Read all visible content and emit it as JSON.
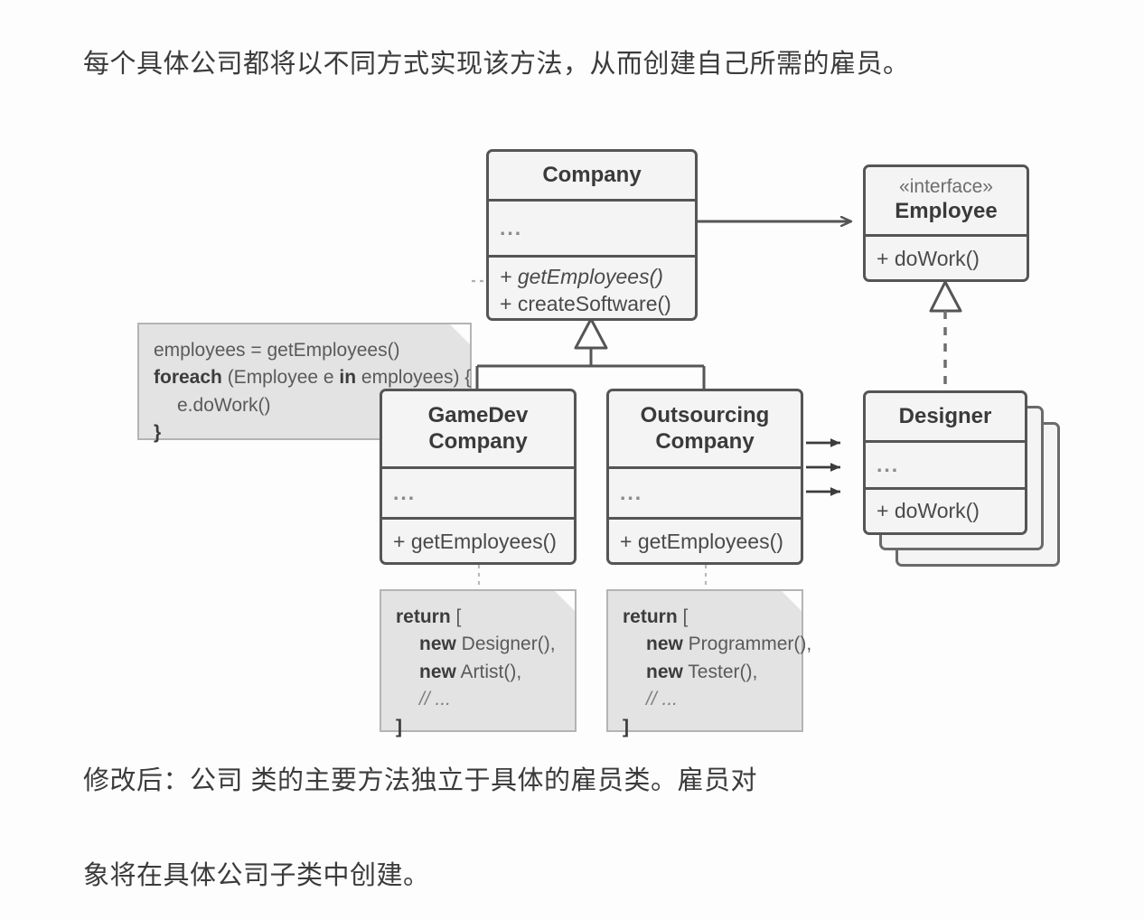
{
  "page": {
    "intro_text": "每个具体公司都将以不同方式实现该方法，从而创建自己所需的雇员。",
    "outro_line_1": "修改后：公司 类的主要方法独立于具体的雇员类。雇员对",
    "outro_line_2": "象将在具体公司子类中创建。"
  },
  "diagram": {
    "type": "uml-class-diagram",
    "colors": {
      "background": "#fdfdfd",
      "class_fill": "#f4f4f4",
      "class_stroke": "#555555",
      "note_fill": "#e3e3e3",
      "note_stroke": "#b4b4b4",
      "text": "#3a3a3a",
      "connector": "#555555"
    },
    "classes": [
      {
        "id": "company",
        "name": "Company",
        "stereotype": "",
        "attributes": [
          "..."
        ],
        "methods": [
          {
            "text": "+ getEmployees()",
            "abstract": true
          },
          {
            "text": "+ createSoftware()",
            "abstract": false
          }
        ]
      },
      {
        "id": "employee",
        "name": "Employee",
        "stereotype": "«interface»",
        "attributes": [],
        "methods": [
          {
            "text": "+ doWork()",
            "abstract": false
          }
        ]
      },
      {
        "id": "gamedev",
        "name": "GameDev\nCompany",
        "name_line_1": "GameDev",
        "name_line_2": "Company",
        "stereotype": "",
        "attributes": [
          "..."
        ],
        "methods": [
          {
            "text": "+ getEmployees()",
            "abstract": false
          }
        ]
      },
      {
        "id": "outsourcing",
        "name": "Outsourcing\nCompany",
        "name_line_1": "Outsourcing",
        "name_line_2": "Company",
        "stereotype": "",
        "attributes": [
          "..."
        ],
        "methods": [
          {
            "text": "+ getEmployees()",
            "abstract": false
          }
        ]
      },
      {
        "id": "designer",
        "name": "Designer",
        "stereotype": "",
        "stacked": true,
        "stack_count": 3,
        "attributes": [
          "..."
        ],
        "methods": [
          {
            "text": "+ doWork()",
            "abstract": false
          }
        ]
      }
    ],
    "notes": [
      {
        "id": "note-company-loop",
        "attached_to": "company",
        "lines": [
          {
            "segments": [
              {
                "t": "employees = getEmployees()",
                "style": "normal"
              }
            ],
            "indent": 0
          },
          {
            "segments": [
              {
                "t": "foreach",
                "style": "bold"
              },
              {
                "t": " (Employee e ",
                "style": "normal"
              },
              {
                "t": "in",
                "style": "bold"
              },
              {
                "t": " employees) {",
                "style": "normal"
              }
            ],
            "indent": 0
          },
          {
            "segments": [
              {
                "t": "e.doWork()",
                "style": "normal"
              }
            ],
            "indent": 1
          },
          {
            "segments": [
              {
                "t": "}",
                "style": "bold"
              }
            ],
            "indent": 0
          }
        ]
      },
      {
        "id": "note-gamedev-return",
        "attached_to": "gamedev",
        "lines": [
          {
            "segments": [
              {
                "t": "return",
                "style": "bold"
              },
              {
                "t": " [",
                "style": "normal"
              }
            ],
            "indent": 0
          },
          {
            "segments": [
              {
                "t": "new",
                "style": "bold"
              },
              {
                "t": " Designer(),",
                "style": "normal"
              }
            ],
            "indent": 1
          },
          {
            "segments": [
              {
                "t": "new",
                "style": "bold"
              },
              {
                "t": " Artist(),",
                "style": "normal"
              }
            ],
            "indent": 1
          },
          {
            "segments": [
              {
                "t": "// ...",
                "style": "italic"
              }
            ],
            "indent": 1
          },
          {
            "segments": [
              {
                "t": "]",
                "style": "bold"
              }
            ],
            "indent": 0
          }
        ]
      },
      {
        "id": "note-outsourcing-return",
        "attached_to": "outsourcing",
        "lines": [
          {
            "segments": [
              {
                "t": "return",
                "style": "bold"
              },
              {
                "t": " [",
                "style": "normal"
              }
            ],
            "indent": 0
          },
          {
            "segments": [
              {
                "t": "new",
                "style": "bold"
              },
              {
                "t": " Programmer(),",
                "style": "normal"
              }
            ],
            "indent": 1
          },
          {
            "segments": [
              {
                "t": "new",
                "style": "bold"
              },
              {
                "t": " Tester(),",
                "style": "normal"
              }
            ],
            "indent": 1
          },
          {
            "segments": [
              {
                "t": "// ...",
                "style": "italic"
              }
            ],
            "indent": 1
          },
          {
            "segments": [
              {
                "t": "]",
                "style": "bold"
              }
            ],
            "indent": 0
          }
        ]
      }
    ],
    "relations": [
      {
        "from": "company",
        "to": "employee",
        "kind": "association",
        "arrow": "open"
      },
      {
        "from": "gamedev",
        "to": "company",
        "kind": "generalization",
        "arrow": "hollow-triangle"
      },
      {
        "from": "outsourcing",
        "to": "company",
        "kind": "generalization",
        "arrow": "hollow-triangle"
      },
      {
        "from": "designer",
        "to": "employee",
        "kind": "realization",
        "arrow": "hollow-triangle",
        "line": "dashed"
      },
      {
        "from": "outsourcing",
        "to": "designer",
        "kind": "creates",
        "arrow": "solid",
        "count": 3
      }
    ]
  }
}
